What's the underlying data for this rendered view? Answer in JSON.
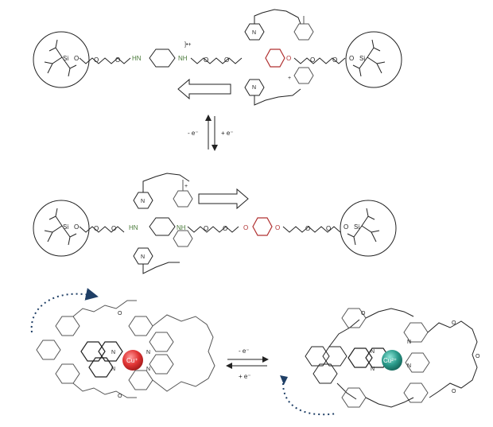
{
  "colors": {
    "ink": "#222222",
    "guest_grey": "#555555",
    "station_green": "#4a7a3a",
    "station_red": "#b03030",
    "copper1": "#d93a3a",
    "copper2": "#2a9a8a",
    "dotted_arrow": "#1f3f66"
  },
  "top_rotaxane": {
    "stopper_left": {
      "silicon": "Si",
      "oxygen": "O"
    },
    "stopper_right": {
      "silicon": "Si",
      "oxygen": "O"
    },
    "amine_left": "HN",
    "amine_right": "NH",
    "oxy_labels": [
      "O",
      "O",
      "O",
      "O",
      "O",
      "O",
      "O",
      "O"
    ],
    "red_oxygen": "O",
    "charge": "]•+",
    "ring_nitrogen_top": "N",
    "ring_nitrogen_bottom": "N",
    "ring_plus": "+"
  },
  "redox_arrows": {
    "left_label": "- e⁻",
    "right_label": "+ e⁻"
  },
  "middle_rotaxane": {
    "stopper_left": {
      "silicon": "Si",
      "oxygen": "O"
    },
    "stopper_right": {
      "silicon": "Si",
      "oxygen": "O"
    },
    "amine_left": "HN",
    "amine_right": "NH",
    "oxy_labels": [
      "O",
      "O",
      "O",
      "O",
      "O",
      "O",
      "O",
      "O"
    ],
    "red_oxygen_left": "O",
    "red_oxygen_right": "O",
    "ring_nitrogen_top": "N",
    "ring_nitrogen_bottom": "N",
    "ring_plus": "+"
  },
  "copper_complexes": {
    "left_metal": "Cu⁺",
    "right_metal": "Cu²⁺",
    "n_label": "N",
    "o_label": "O",
    "arrow_top_label": "- e⁻",
    "arrow_bottom_label": "+ e⁻"
  }
}
